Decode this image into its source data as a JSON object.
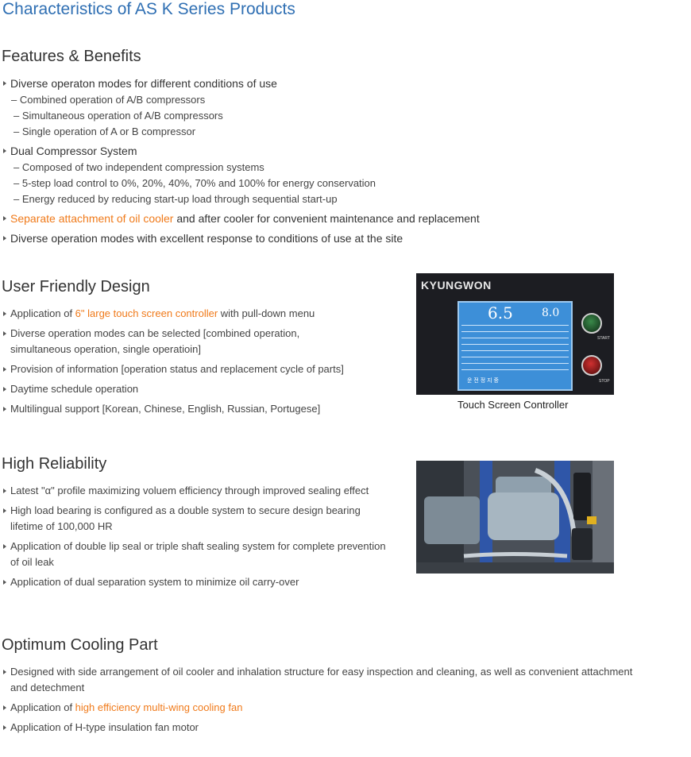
{
  "page_title": "Characteristics of AS K Series Products",
  "features": {
    "title": "Features & Benefits",
    "b1": "Diverse operaton modes for different conditions of use",
    "b1_subs": [
      "– Combined operation of A/B compressors",
      "– Simultaneous operation of A/B compressors",
      "– Single operation of A or B compressor"
    ],
    "b2": "Dual Compressor System",
    "b2_subs": [
      "– Composed of two independent compression systems",
      "– 5-step load control to 0%, 20%, 40%, 70% and 100% for energy conservation",
      "– Energy reduced by reducing start-up load through sequential start-up"
    ],
    "b3_hl": "Separate attachment of oil cooler",
    "b3_rest": " and after cooler for convenient maintenance and replacement",
    "b4": "Diverse operation modes with excellent response to conditions of use at the site"
  },
  "user_friendly": {
    "title": "User Friendly Design",
    "i1_a": "Application of ",
    "i1_hl": "6\" large touch screen controller",
    "i1_b": " with pull-down menu",
    "i2_l1": "Diverse operation modes can be selected [combined operation,",
    "i2_l2": "simultaneous operation, single operatioin]",
    "i3": "Provision of information [operation status and replacement cycle of parts]",
    "i4": "Daytime schedule operation",
    "i5": "Multilingual support [Korean, Chinese, English, Russian, Portugese]",
    "caption": "Touch Screen Controller",
    "screen": {
      "brand": "KYUNGWON",
      "pressure_1": "6.5",
      "pressure_2": "8.0",
      "start": "START",
      "stop": "STOP",
      "footer": "운 전 정 지 중"
    }
  },
  "reliability": {
    "title": "High Reliability",
    "i1": "Latest \"α\" profile maximizing voluem efficiency through improved sealing effect",
    "i2_l1": "High load bearing is configured as a double system to secure design bearing",
    "i2_l2": "lifetime of 100,000 HR",
    "i3_l1": "Application of double lip seal or triple shaft sealing system for complete prevention",
    "i3_l2": "of oil leak",
    "i4": "Application of dual separation system to minimize oil carry-over"
  },
  "cooling": {
    "title": "Optimum Cooling Part",
    "i1_l1": "Designed with side arrangement of oil cooler and inhalation structure for easy inspection and cleaning, as well as convenient attachment",
    "i1_l2": "and detechment",
    "i2_a": "Application of ",
    "i2_hl": "high efficiency multi-wing cooling fan",
    "i3": "Application of H-type insulation fan motor"
  },
  "colors": {
    "title_blue": "#2f6fb3",
    "highlight_orange": "#f07a1a"
  }
}
